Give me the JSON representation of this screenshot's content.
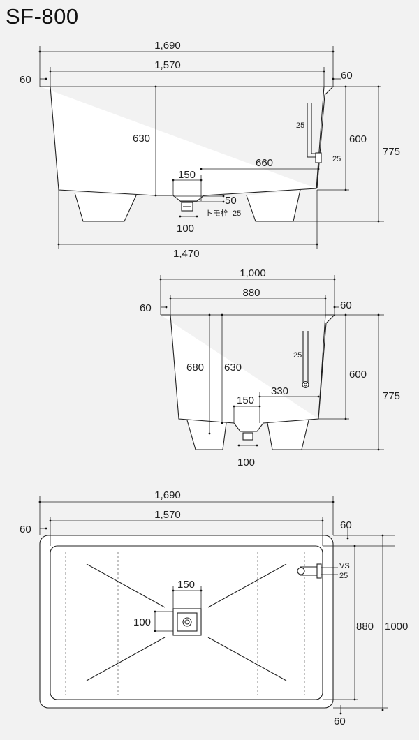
{
  "title": "SF-800",
  "side_view": {
    "overall_width": "1,690",
    "inner_width": "1,570",
    "rim_left": "60",
    "rim_right": "60",
    "basin_depth": "630",
    "depth_right": "600",
    "total_height": "775",
    "pipe_label_top": "25",
    "pipe_label_side": "25",
    "drain_offset": "660",
    "drain_width": "150",
    "drain_drop": "50",
    "plug_label": "トモ栓",
    "plug_size": "25",
    "drain_pipe": "100",
    "base_width": "1,470"
  },
  "end_view": {
    "overall_width": "1,000",
    "inner_width": "880",
    "rim_left": "60",
    "rim_right": "60",
    "depth_a": "680",
    "depth_b": "630",
    "pipe_label": "25",
    "drain_offset": "330",
    "drain_width": "150",
    "depth_right": "600",
    "total_height": "775",
    "drain_pipe": "100"
  },
  "plan_view": {
    "overall_width": "1,690",
    "inner_width": "1,570",
    "rim_left": "60",
    "rim_top": "60",
    "drain_width": "150",
    "drain_height": "100",
    "fitting_top": "VS",
    "fitting_bottom": "25",
    "inner_depth": "880",
    "overall_depth": "1000",
    "rim_bottom": "60"
  }
}
